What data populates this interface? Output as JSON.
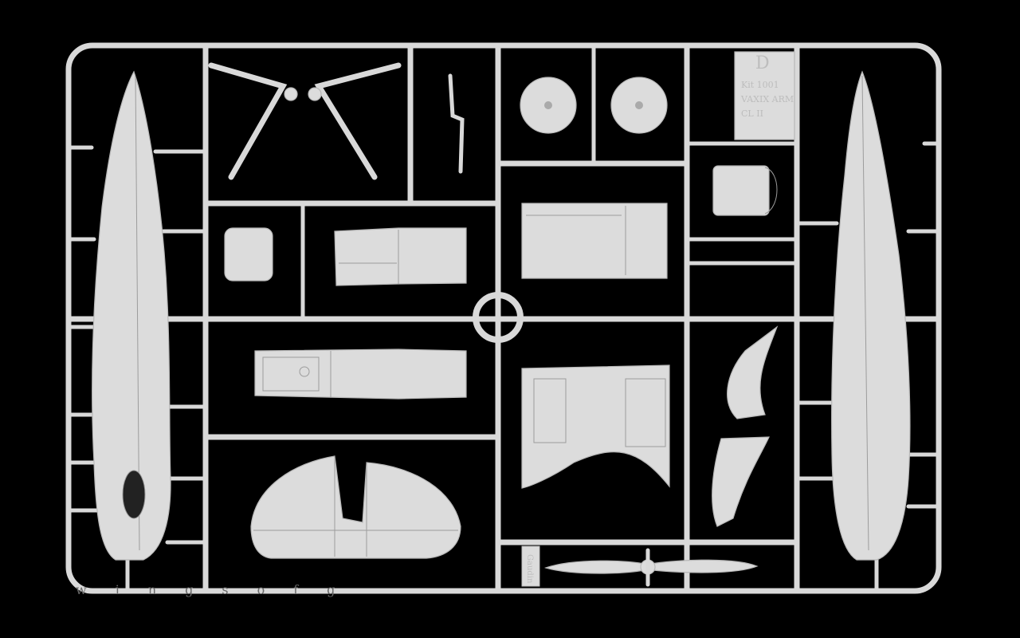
{
  "image": {
    "description_label": "sprue-photo"
  },
  "sprue": {
    "letter": "D",
    "code_lines": [
      "Kit 1001",
      "VAXIX ARM",
      "CL II"
    ],
    "maker": "Gaudin"
  },
  "watermark": {
    "text": "wingsofg"
  },
  "colors": {
    "background": "#000000",
    "plastic": "#dcdcdc",
    "plastic_shadow": "#b8b8b8"
  }
}
